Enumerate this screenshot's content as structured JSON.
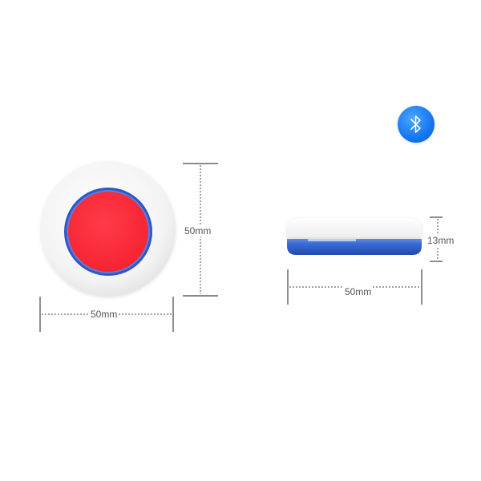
{
  "dimensions": {
    "front_width": "50mm",
    "front_height": "50mm",
    "side_width": "50mm",
    "side_thickness": "13mm"
  },
  "icons": {
    "badge": "bluetooth-icon"
  },
  "colors": {
    "button_red": "#ff2a3a",
    "ring_blue": "#2f56c8",
    "shell_white": "#f4f4f4",
    "base_blue": "#2a5fd0",
    "badge_blue": "#1577f0",
    "dimension_line": "#444444"
  }
}
